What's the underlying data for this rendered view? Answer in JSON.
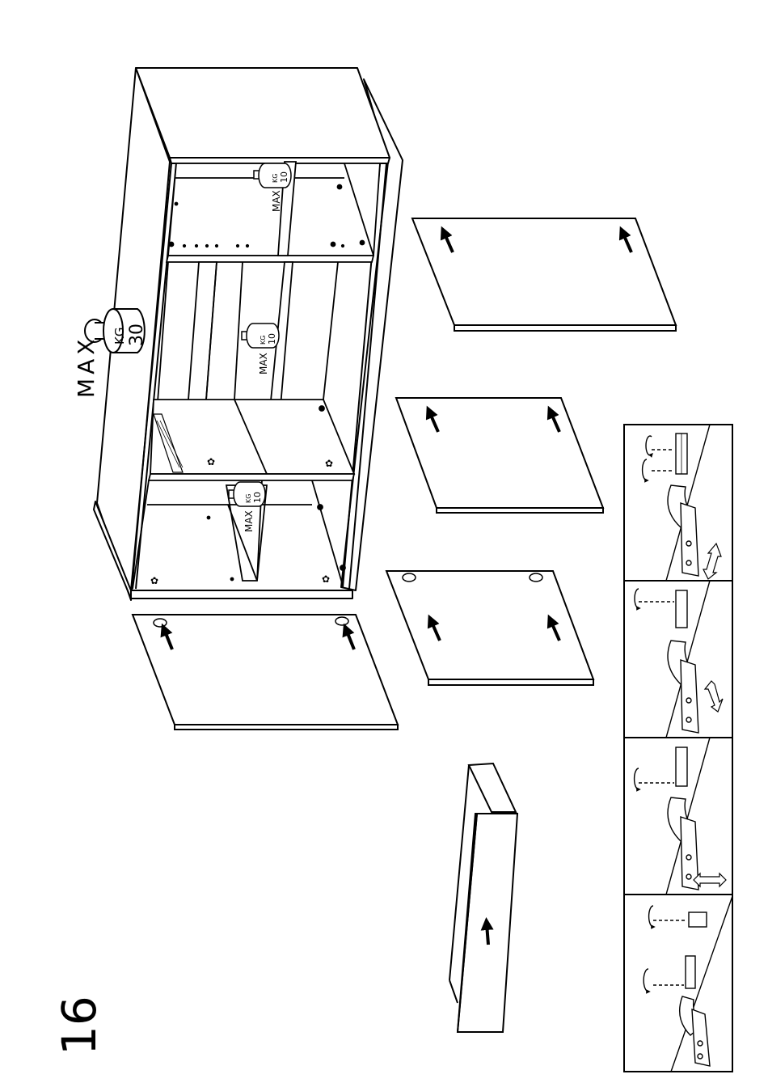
{
  "step": {
    "number": "16"
  },
  "weights": {
    "cabinet_max": {
      "prefix": "MAX",
      "unit": "KG",
      "value": "30"
    },
    "shelf_max": {
      "prefix": "MAX",
      "unit": "KG",
      "value": "10"
    }
  },
  "icons": {
    "weight": "weight-icon",
    "install_arrow": "arrow-icon",
    "adjust": "double-arrow-icon",
    "rotate": "rotate-icon",
    "hinge": "hinge-icon"
  },
  "colors": {
    "line": "#000000",
    "background": "#ffffff"
  },
  "hinge_panels": {
    "count": 4
  }
}
